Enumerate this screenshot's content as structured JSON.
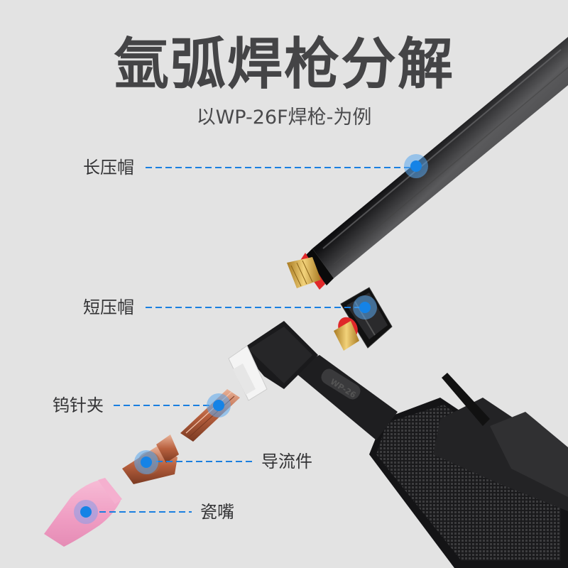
{
  "header": {
    "title": "氩弧焊枪分解",
    "subtitle": "以WP-26F焊枪-为例"
  },
  "parts": [
    {
      "id": "long-back-cap",
      "label": "长压帽"
    },
    {
      "id": "short-back-cap",
      "label": "短压帽"
    },
    {
      "id": "collet",
      "label": "钨针夹"
    },
    {
      "id": "collet-body",
      "label": "导流件"
    },
    {
      "id": "ceramic-nozzle",
      "label": "瓷嘴"
    }
  ],
  "torch": {
    "model_mark": "WP-26"
  },
  "colors": {
    "background": "#e3e3e3",
    "title": "#444446",
    "leader_line": "#1a7fe0",
    "marker_dot": "#1583e6",
    "marker_halo": "#5aa7ee",
    "nozzle_pink": "#f2a2c6",
    "copper": "#c97b5a",
    "brass": "#d5a640",
    "oring_red": "#e0282a",
    "torch_black": "#1c1c1e"
  }
}
